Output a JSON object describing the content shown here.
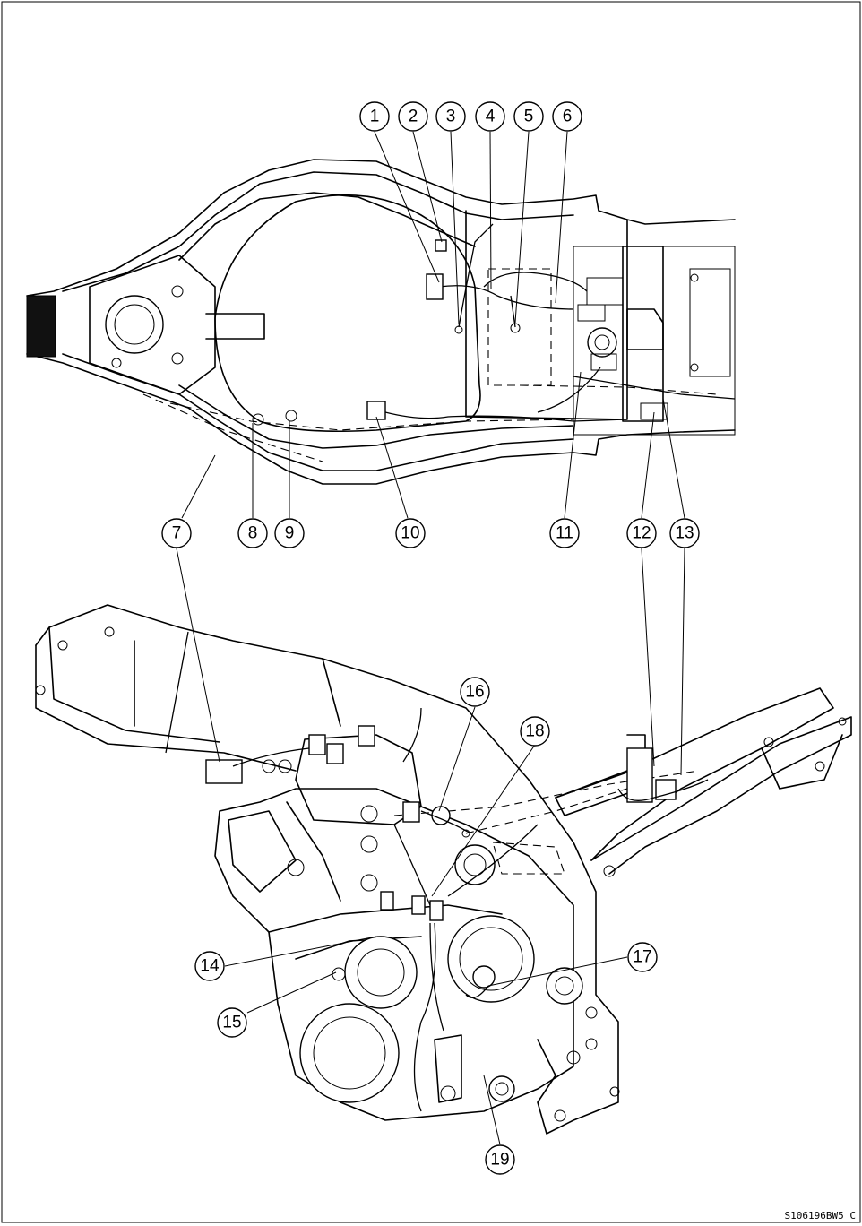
{
  "callouts": {
    "c1": "1",
    "c2": "2",
    "c3": "3",
    "c4": "4",
    "c5": "5",
    "c6": "6",
    "c7": "7",
    "c8": "8",
    "c9": "9",
    "c10": "10",
    "c11": "11",
    "c12": "12",
    "c13": "13",
    "c14": "14",
    "c15": "15",
    "c16": "16",
    "c17": "17",
    "c18": "18",
    "c19": "19"
  },
  "figure_code": "S106196BW5 C"
}
